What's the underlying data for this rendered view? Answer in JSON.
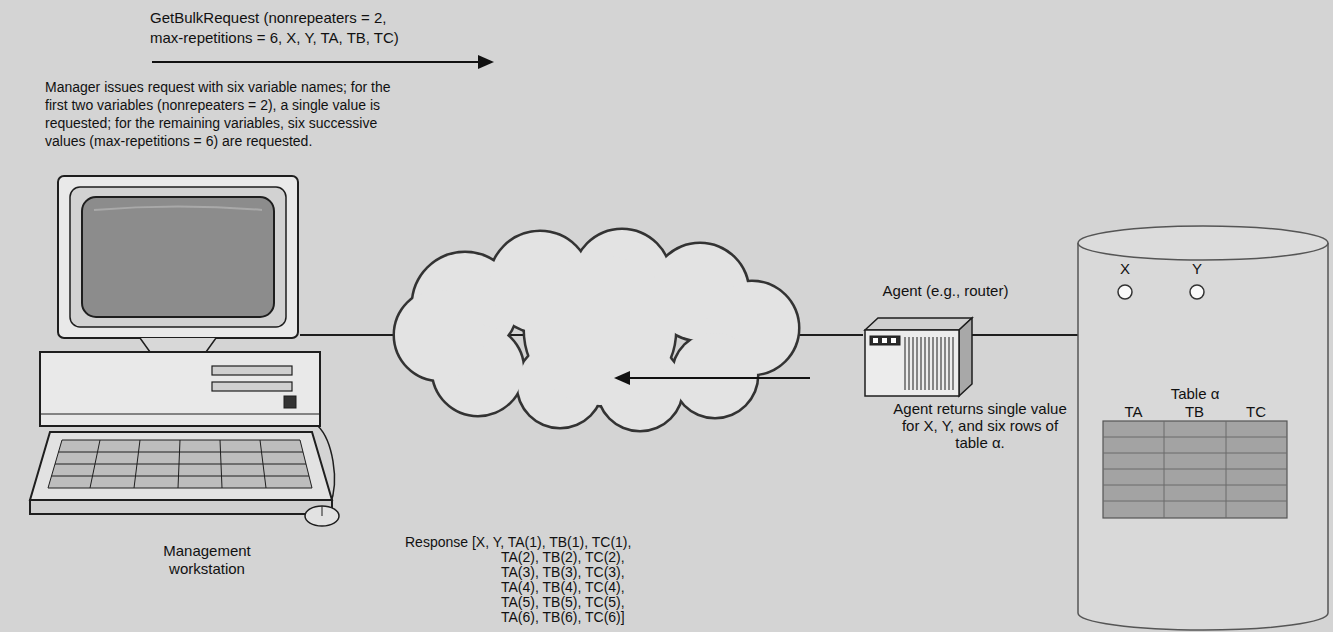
{
  "diagram": {
    "nodes": [
      {
        "text": [
          "Management workstation"
        ]
      },
      {
        "text": [
          "Agent (e.g., router)",
          "Agent returns single value for X, Y, and six rows of table α."
        ]
      },
      {
        "text": [
          "X"
        ]
      },
      {
        "text": [
          "Y"
        ]
      },
      {
        "text": [
          "Table α"
        ]
      }
    ],
    "edges": [
      {
        "from": 0,
        "to": 1,
        "arrow": "none"
      }
    ],
    "labels": [
      "GetBulkRequest (nonrepeaters = 2, max-repetitions = 6, X, Y, TA, TB, TC)",
      "Manager issues request with six variable names; for the first two variables (nonrepeaters = 2), a single value is requested; for the remaining variables, six successive values (max-repetitions = 6) are requested.",
      "TA",
      "TB",
      "TC",
      "Response [X, Y, TA(1), TB(1), TC(1), TA(2), TB(2), TC(2), TA(3), TB(3), TC(3), TA(4), TB(4), TC(4), TA(5), TB(5), TC(5), TA(6), TB(6), TC(6)]"
    ]
  }
}
